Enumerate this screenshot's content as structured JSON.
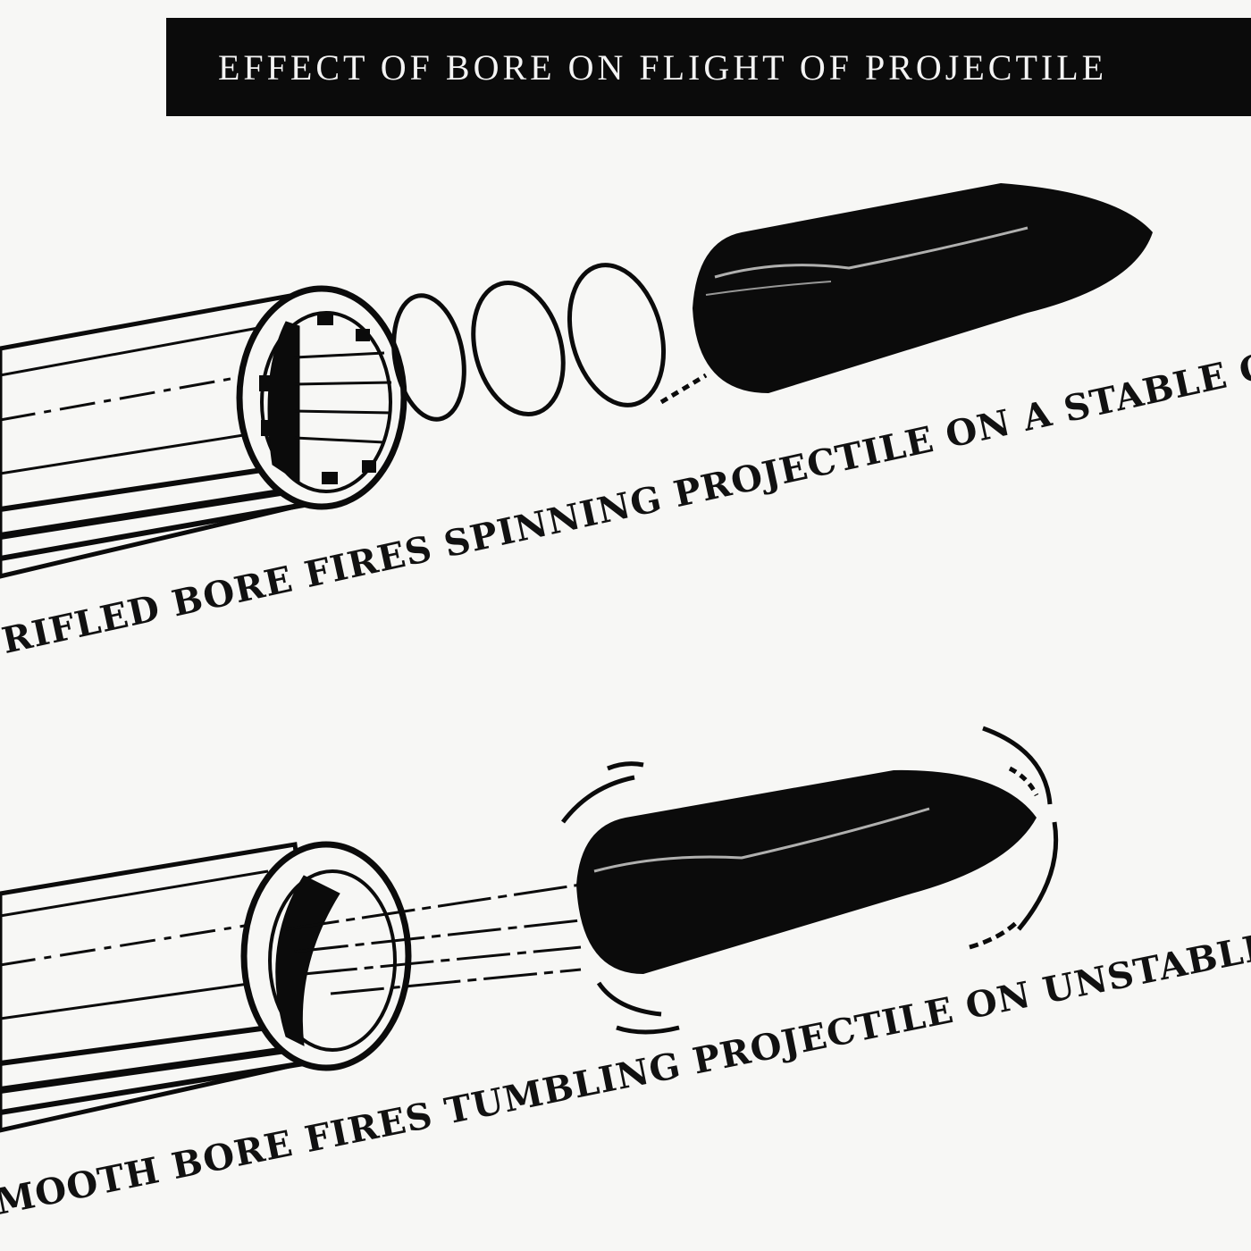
{
  "title": "EFFECT OF BORE ON FLIGHT OF PROJECTILE",
  "captions": {
    "rifled": "RIFLED BORE FIRES SPINNING PROJECTILE ON A STABLE C",
    "smooth": "MOOTH BORE FIRES TUMBLING PROJECTILE ON UNSTABLE"
  },
  "colors": {
    "ink": "#0b0b0b",
    "paper": "#f7f7f5"
  }
}
